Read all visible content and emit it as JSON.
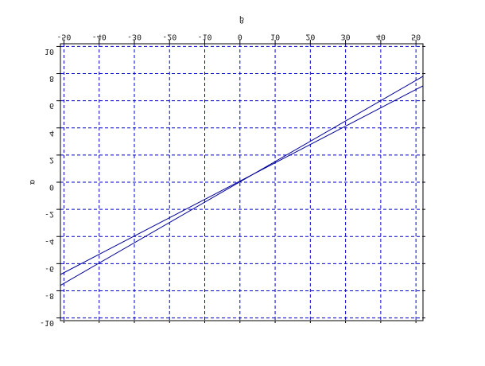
{
  "chart_data": {
    "type": "line",
    "title": "",
    "xlabel": "β",
    "ylabel": "α",
    "xlim": [
      -51,
      52
    ],
    "ylim": [
      10.2,
      -10.2
    ],
    "x_ticks": [
      -50,
      -40,
      -30,
      -20,
      -10,
      0,
      10,
      20,
      30,
      40,
      50
    ],
    "y_ticks": [
      -10,
      -8,
      -6,
      -4,
      -2,
      0,
      2,
      4,
      6,
      8,
      10
    ],
    "x_tick_labels": [
      "-50",
      "-40",
      "-30",
      "-20",
      "-10",
      "0",
      "10",
      "20",
      "30",
      "40",
      "50"
    ],
    "y_tick_labels": [
      "-10",
      "-8",
      "-6",
      "-4",
      "-2",
      "0",
      "2",
      "4",
      "6",
      "8",
      "10"
    ],
    "x_tick_labels_mirrored": true,
    "y_axis_inverted": true,
    "x_axis_position": "top",
    "grid": true,
    "grid_style": "dashed",
    "grid_color": "#0000cc",
    "line_color": "#000099",
    "series": [
      {
        "x": [
          -51,
          52
        ],
        "y": [
          -7.6,
          7.8
        ]
      },
      {
        "x": [
          -51,
          52
        ],
        "y": [
          -6.8,
          7.1
        ]
      }
    ]
  }
}
